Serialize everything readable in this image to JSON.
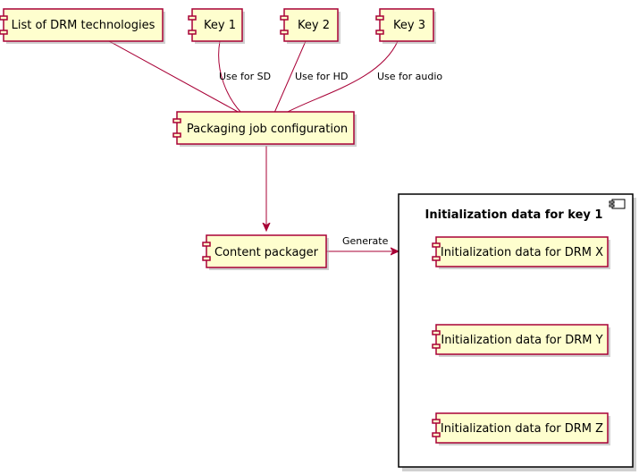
{
  "nodes": {
    "drm_list": "List of DRM technologies",
    "key1": "Key 1",
    "key2": "Key 2",
    "key3": "Key 3",
    "packaging_config": "Packaging job configuration",
    "content_packager": "Content packager",
    "init_drm_x": "Initialization data for DRM X",
    "init_drm_y": "Initialization data for DRM Y",
    "init_drm_z": "Initialization data for DRM Z"
  },
  "container": {
    "title": "Initialization data for key 1"
  },
  "edges": {
    "key1_label": "Use for SD",
    "key2_label": "Use for HD",
    "key3_label": "Use for audio",
    "generate_label": "Generate"
  },
  "colors": {
    "node_fill": "#FEFECE",
    "node_border": "#A80036",
    "edge": "#A80036"
  }
}
